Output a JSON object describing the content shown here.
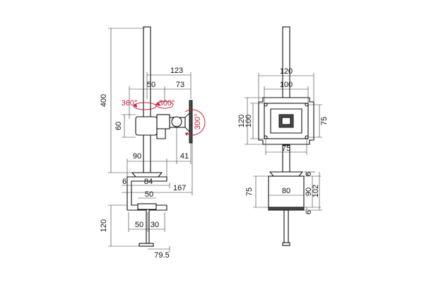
{
  "colors": {
    "line": "#222222",
    "rotation": "#c4213a",
    "background": "#ffffff"
  },
  "side_view": {
    "pole_height": "400",
    "arm_reach": "123",
    "arm_offset_a": "50",
    "arm_offset_b": "73",
    "rotation_pan": "360°",
    "rotation_tilt": "300°",
    "rotation_roll": "300°",
    "head_height": "60",
    "base_width": "90",
    "plate_depth": "41",
    "clamp_gap": "6",
    "clamp_inner": "84",
    "total_depth": "167",
    "clamp_jaw": "50",
    "clamp_range": "120",
    "screw_offset_a": "50",
    "screw_offset_b": "30",
    "clamp_foot": "79.5"
  },
  "front_view": {
    "plate_outer_width": "120",
    "plate_inner_width": "100",
    "plate_outer_height": "120",
    "plate_inner_height": "100",
    "vesa_hole_vertical": "75",
    "vesa_hole_horizontal": "75",
    "collar_height": "6",
    "clamp_body_height": "75",
    "clamp_body_width": "80",
    "clamp_inner_height": "90",
    "clamp_total_height": "102",
    "clamp_base_height": "6"
  }
}
